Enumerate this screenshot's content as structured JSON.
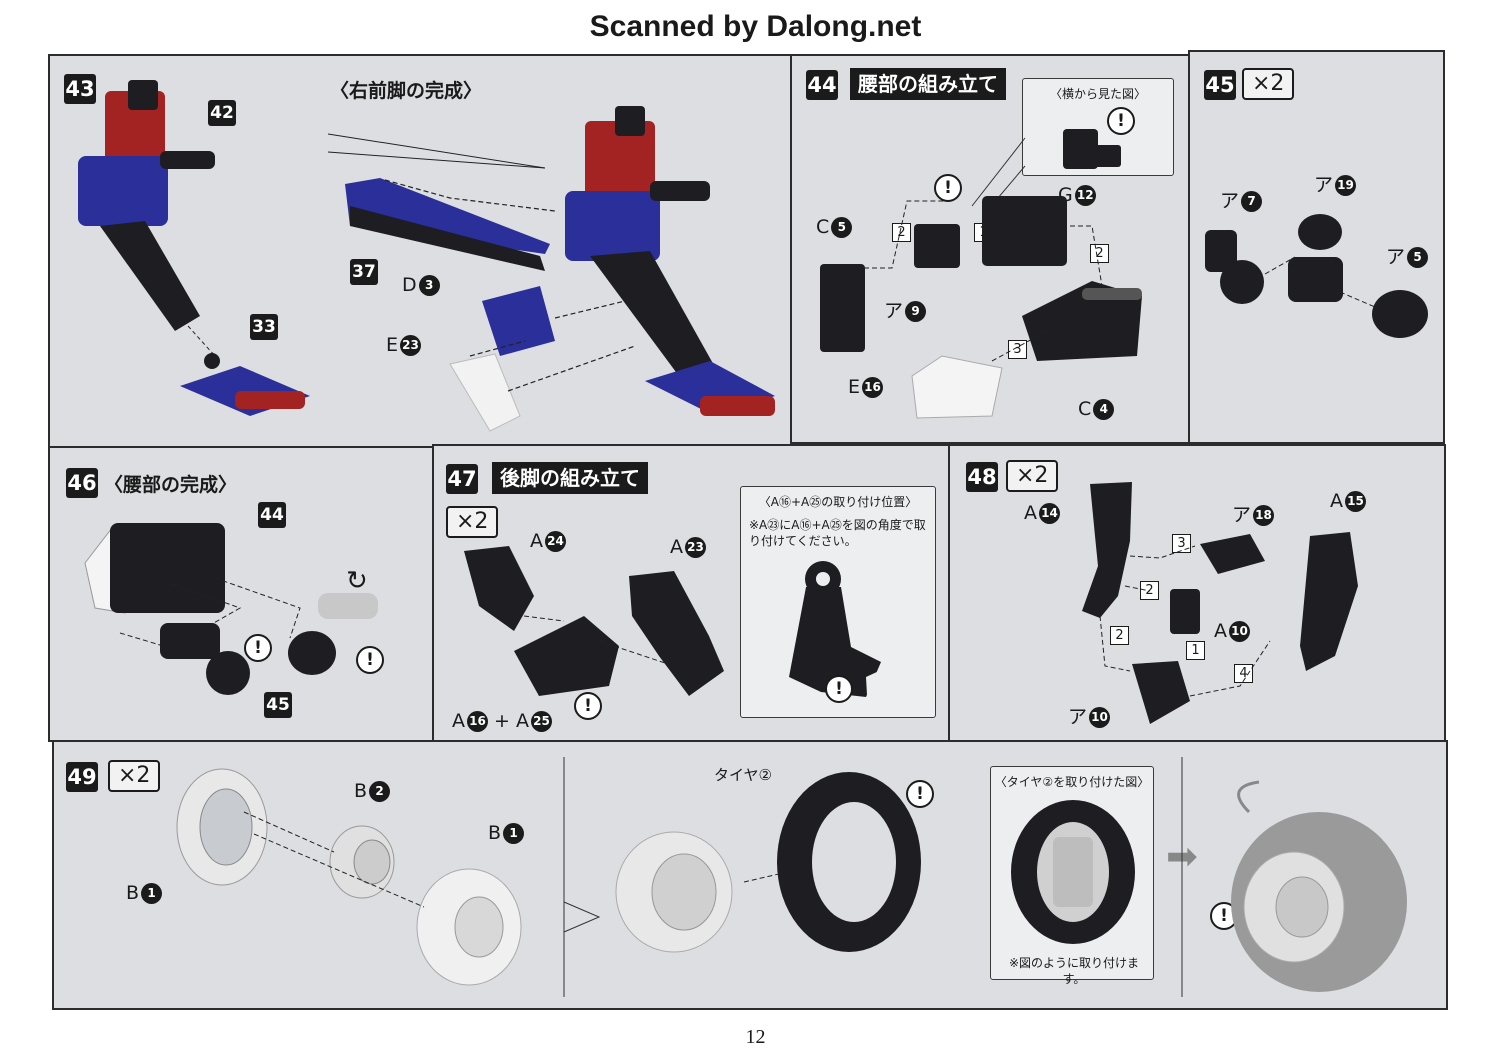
{
  "header": "Scanned by Dalong.net",
  "page_number": "12",
  "steps": {
    "s43": {
      "num": "43",
      "subtitle": "〈右前脚の完成〉",
      "tags": [
        "42",
        "37",
        "33"
      ],
      "labels": {
        "d": "D",
        "d_n": "3",
        "e": "E",
        "e_n": "23"
      }
    },
    "s44": {
      "num": "44",
      "title": "腰部の組み立て",
      "callout": "〈横から見た図〉",
      "labels": {
        "c1": "C",
        "c1_n": "5",
        "g": "G",
        "g_n": "12",
        "a": "ア",
        "a_n": "9",
        "e": "E",
        "e_n": "16",
        "c2": "C",
        "c2_n": "4"
      },
      "order": [
        "2",
        "1",
        "2",
        "3"
      ]
    },
    "s45": {
      "num": "45",
      "qty": "×2",
      "labels": {
        "a1": "ア",
        "a1_n": "7",
        "a2": "ア",
        "a2_n": "19",
        "a3": "ア",
        "a3_n": "5"
      }
    },
    "s46": {
      "num": "46",
      "subtitle": "〈腰部の完成〉",
      "tags": [
        "44",
        "45"
      ]
    },
    "s47": {
      "num": "47",
      "title": "後脚の組み立て",
      "qty": "×2",
      "callout": "〈A⑯+A㉕の取り付け位置〉",
      "note": "※A㉓にA⑯+A㉕を図の角度で取り付けてください。",
      "labels": {
        "a1": "A",
        "a1_n": "24",
        "a2": "A",
        "a2_n": "23",
        "a3": "A",
        "a3_n": "16",
        "plus": "+",
        "a4": "A",
        "a4_n": "25"
      }
    },
    "s48": {
      "num": "48",
      "qty": "×2",
      "labels": {
        "a1": "A",
        "a1_n": "14",
        "a2": "ア",
        "a2_n": "18",
        "a3": "A",
        "a3_n": "15",
        "a4": "A",
        "a4_n": "10",
        "a5": "ア",
        "a5_n": "10"
      },
      "order": [
        "3",
        "2",
        "2",
        "1",
        "4"
      ]
    },
    "s49": {
      "num": "49",
      "qty": "×2",
      "tire": "タイヤ②",
      "callout": "〈タイヤ②を取り付けた図〉",
      "note": "※図のように取り付けます。",
      "labels": {
        "b1": "B",
        "b1_n": "2",
        "b2": "B",
        "b2_n": "1",
        "b3": "B",
        "b3_n": "1"
      }
    }
  },
  "icons": {
    "warning": "!",
    "arrow_right": "➡",
    "rotate_arrow": "↻"
  },
  "colors": {
    "panel": "#dcdee2",
    "ink": "#1b1b1b",
    "part_black": "#1e1e22",
    "part_red": "#a32322",
    "part_blue": "#2a2f9a",
    "part_white": "#f2f2f2"
  }
}
